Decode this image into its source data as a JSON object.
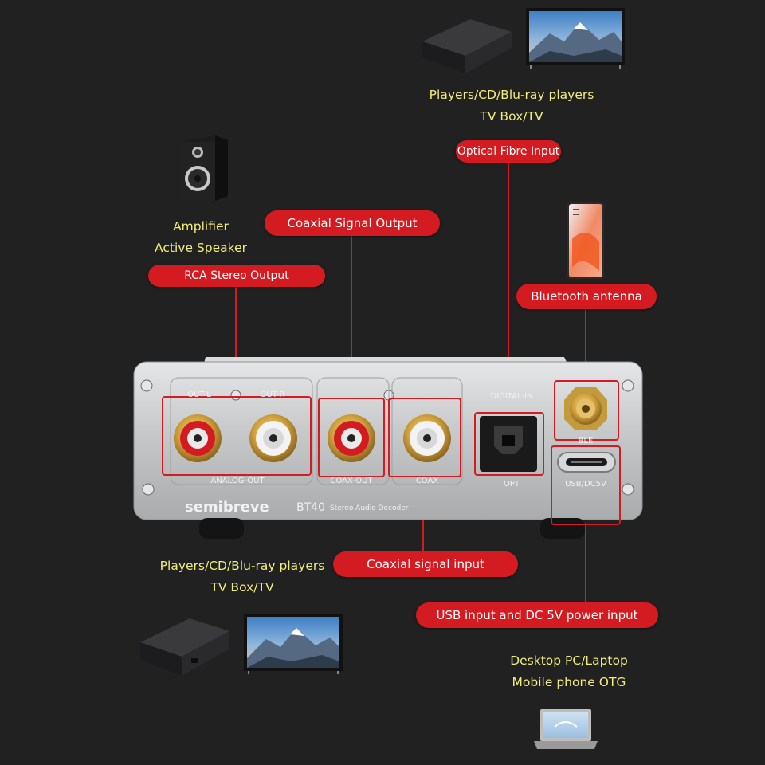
{
  "callouts": {
    "optical_input": "Optical Fibre Input",
    "coaxial_output": "Coaxial Signal Output",
    "rca_output": "RCA Stereo Output",
    "bluetooth_antenna": "Bluetooth antenna",
    "coaxial_input": "Coaxial signal input",
    "usb_power_input": "USB input and DC 5V power input"
  },
  "devices": {
    "top_players": [
      "Players/CD/Blu-ray players",
      "TV Box/TV"
    ],
    "amplifier": [
      "Amplifier",
      "Active Speaker"
    ],
    "bottom_players": [
      "Players/CD/Blu-ray players",
      "TV Box/TV"
    ],
    "pc": [
      "Desktop PC/Laptop",
      "Mobile phone OTG"
    ]
  },
  "panel": {
    "brand": "semibreve",
    "model": "BT40",
    "subtitle": "Stereo Audio Decoder",
    "out_l": "OUT-L",
    "out_r": "OUT-R",
    "analog_out": "ANALOG-OUT",
    "coax_out": "COAX-OUT",
    "coax": "COAX",
    "digital_in": "DIGITAL-IN",
    "opt": "OPT",
    "ble": "BLE",
    "usb_dc": "USB/DC5V"
  },
  "colors": {
    "background": "#212121",
    "callout": "#d51b22",
    "caption": "#f2ee7a",
    "panel": "#c9cbcc"
  }
}
